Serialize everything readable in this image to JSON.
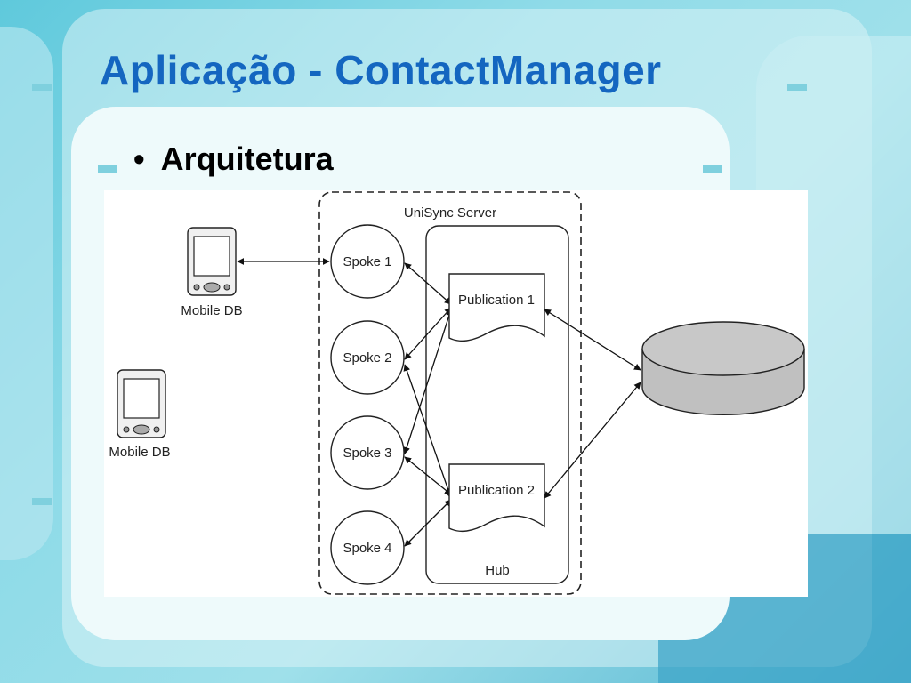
{
  "slide": {
    "title": "Aplicação - ContactManager",
    "bullet": "Arquitetura"
  },
  "diagram": {
    "server_label": "UniSync Server",
    "hub_label": "Hub",
    "mobile_devices": [
      "Mobile DB",
      "Mobile DB"
    ],
    "spokes": [
      "Spoke 1",
      "Spoke 2",
      "Spoke 3",
      "Spoke 4"
    ],
    "publications": [
      "Publication 1",
      "Publication 2"
    ],
    "connections": [
      {
        "from": "Mobile DB",
        "to": "Spoke 1"
      },
      {
        "from": "Spoke 1",
        "to": "Publication 1"
      },
      {
        "from": "Spoke 2",
        "to": "Publication 1"
      },
      {
        "from": "Spoke 2",
        "to": "Publication 2"
      },
      {
        "from": "Spoke 3",
        "to": "Publication 1"
      },
      {
        "from": "Spoke 3",
        "to": "Publication 2"
      },
      {
        "from": "Spoke 4",
        "to": "Publication 2"
      },
      {
        "from": "Publication 1",
        "to": "Database"
      },
      {
        "from": "Publication 2",
        "to": "Database"
      }
    ]
  },
  "colors": {
    "title": "#1466c0",
    "database_fill": "#c0c0c0",
    "device_fill": "#f0f0f0"
  }
}
